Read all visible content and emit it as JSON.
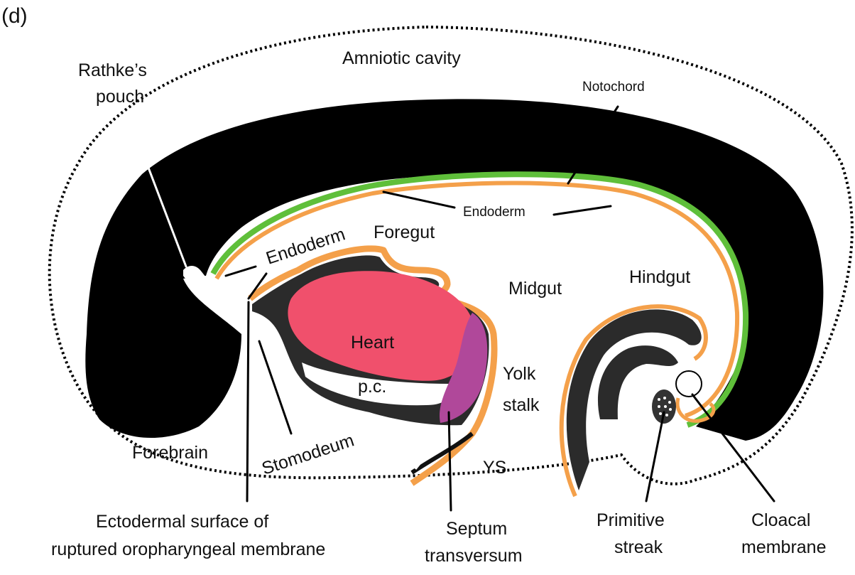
{
  "figure": {
    "panel": "(d)"
  },
  "labels": {
    "amniotic_cavity": "Amniotic cavity",
    "rathkes_pouch_1": "Rathke’s",
    "rathkes_pouch_2": "pouch",
    "notochord": "Notochord",
    "endoderm_upper": "Endoderm",
    "endoderm_small": "Endoderm",
    "foregut": "Foregut",
    "midgut": "Midgut",
    "hindgut": "Hindgut",
    "heart": "Heart",
    "pericardial_cavity": "p.c.",
    "yolk_stalk_1": "Yolk",
    "yolk_stalk_2": "stalk",
    "yolk_sac": "YS",
    "forebrain": "Forebrain",
    "stomodeum": "Stomodeum",
    "ectodermal_1": "Ectodermal surface of",
    "ectodermal_2": "ruptured oropharyngeal membrane",
    "septum_1": "Septum",
    "septum_2": "transversum",
    "primitive_streak_1": "Primitive",
    "primitive_streak_2": "streak",
    "cloacal_1": "Cloacal",
    "cloacal_2": "membrane"
  },
  "colors": {
    "background": "#ffffff",
    "embryo_body": "#000000",
    "notochord_green": "#5fbf3a",
    "endoderm_orange": "#f4a04a",
    "heart_pink": "#f0506c",
    "septum_purple": "#b0489a",
    "wall_dark": "#2b2b2b"
  }
}
